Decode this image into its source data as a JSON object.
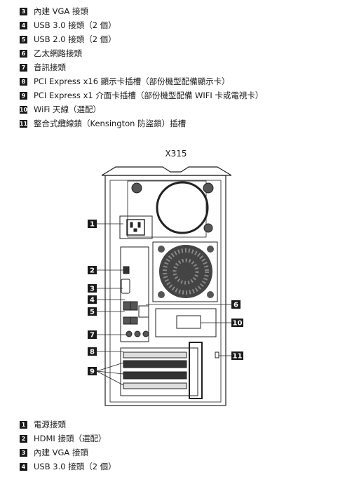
{
  "legend_top": [
    {
      "num": "3",
      "text": "內建 VGA 接頭"
    },
    {
      "num": "4",
      "text": "USB 3.0 接頭（2 個）"
    },
    {
      "num": "5",
      "text": "USB 2.0 接頭（2 個）"
    },
    {
      "num": "6",
      "text": "乙太網路接頭"
    },
    {
      "num": "7",
      "text": "音訊接頭"
    },
    {
      "num": "8",
      "text": "PCI Express x16 顯示卡插槽（部份機型配備顯示卡）"
    },
    {
      "num": "9",
      "text": "PCI Express x1 介面卡插槽（部份機型配備 WIFI 卡或電視卡）"
    },
    {
      "num": "10",
      "text": "WiFi 天線（選配）"
    },
    {
      "num": "11",
      "text": "整合式纜線鎖（Kensington 防盜鎖）插槽"
    }
  ],
  "figure_title": "X315",
  "callouts": [
    "1",
    "2",
    "3",
    "4",
    "5",
    "6",
    "7",
    "8",
    "9",
    "10",
    "11"
  ],
  "legend_bottom": [
    {
      "num": "1",
      "text": "電源接頭"
    },
    {
      "num": "2",
      "text": "HDMI 接頭（選配）"
    },
    {
      "num": "3",
      "text": "內建 VGA 接頭"
    },
    {
      "num": "4",
      "text": "USB 3.0 接頭（2 個）"
    }
  ]
}
